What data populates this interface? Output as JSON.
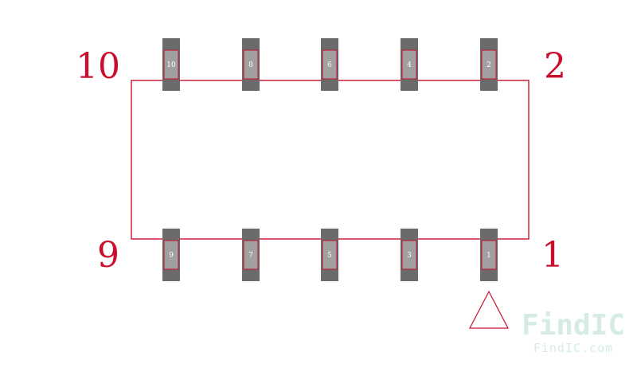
{
  "footprint": {
    "corner_labels": {
      "top_left": "10",
      "top_right": "2",
      "bottom_left": "9",
      "bottom_right": "1"
    },
    "top_pads": [
      "10",
      "8",
      "6",
      "4",
      "2"
    ],
    "bottom_pads": [
      "9",
      "7",
      "5",
      "3",
      "1"
    ]
  },
  "colors": {
    "outline": "#c8102e",
    "pad_body": "#6b6b6b",
    "pad_face": "#a0a0a0"
  },
  "watermark": {
    "logo_text": "FindIC",
    "site_text": "FindIC.com"
  }
}
